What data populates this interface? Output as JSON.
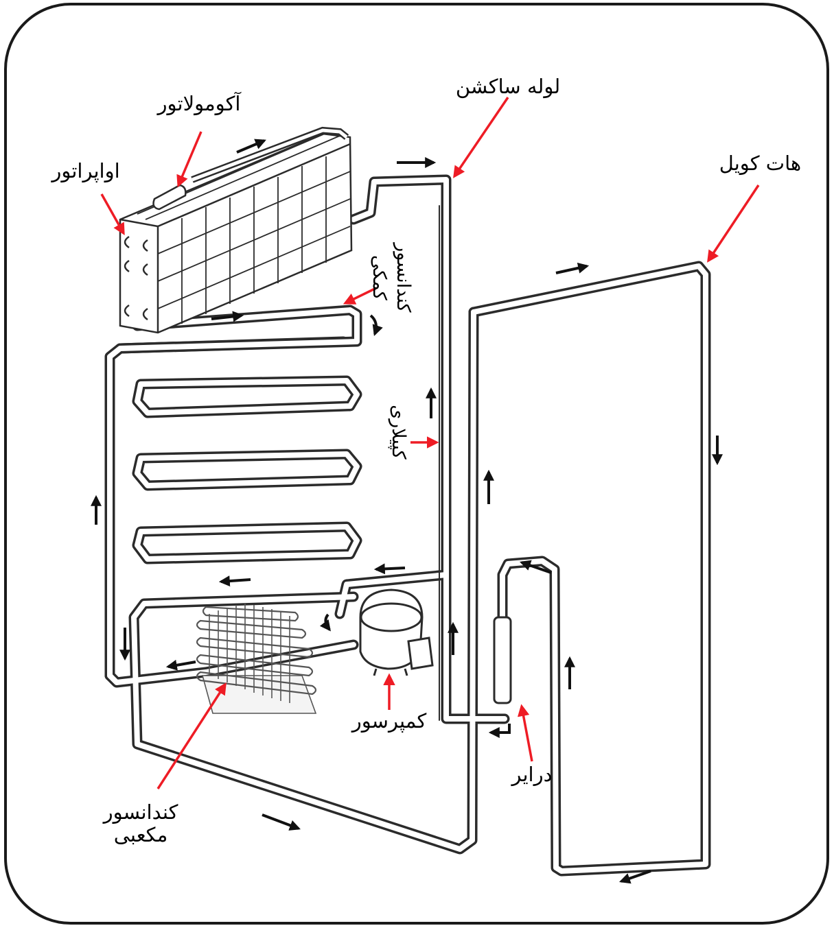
{
  "labels": {
    "accumulator": "آکومولاتور",
    "evaporator": "اواپراتور",
    "suction_line": "لوله ساکشن",
    "hot_coil": "هات کویل",
    "aux_condenser_line1": "کندانسور",
    "aux_condenser_line2": "کمکی",
    "capillary": "کپیلاری",
    "compressor": "کمپرسور",
    "dryer": "درایر",
    "cube_condenser_line1": "کندانسور",
    "cube_condenser_line2": "مکعبی"
  },
  "colors": {
    "pointer": "#ee1c25",
    "pipe": "#2b2b2b",
    "frame": "#1a1a1a"
  }
}
